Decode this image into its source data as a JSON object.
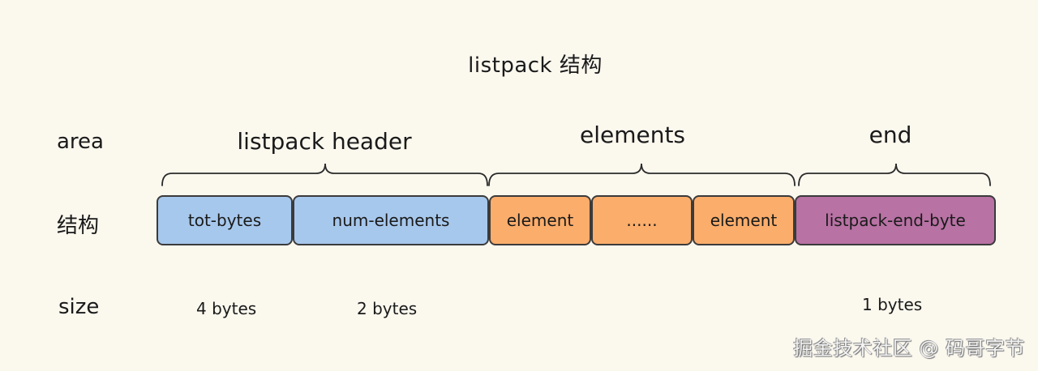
{
  "title": "listpack 结构",
  "row_labels": {
    "area": "area",
    "structure": "结构",
    "size": "size"
  },
  "areas": [
    {
      "label": "listpack header"
    },
    {
      "label": "elements"
    },
    {
      "label": "end"
    }
  ],
  "structure": [
    {
      "label": "tot-bytes",
      "color": "#a7c8ed",
      "area": "listpack header"
    },
    {
      "label": "num-elements",
      "color": "#a7c8ed",
      "area": "listpack header"
    },
    {
      "label": "element",
      "color": "#fbad6b",
      "area": "elements"
    },
    {
      "label": "......",
      "color": "#fbad6b",
      "area": "elements"
    },
    {
      "label": "element",
      "color": "#fbad6b",
      "area": "elements"
    },
    {
      "label": "listpack-end-byte",
      "color": "#b872a4",
      "area": "end"
    }
  ],
  "sizes": [
    {
      "label": "4 bytes",
      "field": "tot-bytes"
    },
    {
      "label": "2 bytes",
      "field": "num-elements"
    },
    {
      "label": "1 bytes",
      "field": "listpack-end-byte"
    }
  ],
  "watermark": "掘金技术社区 @ 码哥字节"
}
